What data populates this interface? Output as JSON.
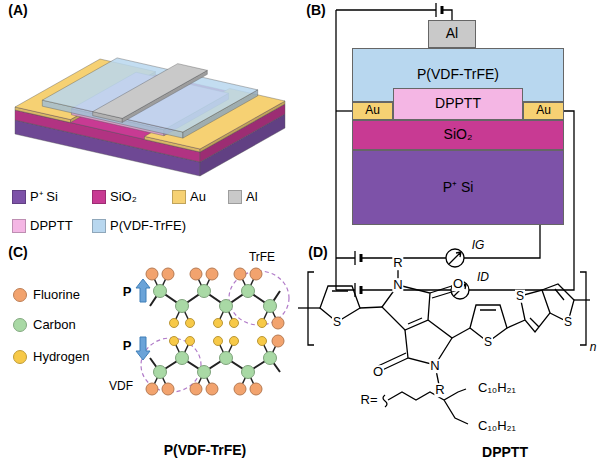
{
  "diagram": {
    "nodes": [
      {
        "text": [
          "Al"
        ]
      },
      {
        "text": [
          "P(VDF-TrFE)"
        ]
      },
      {
        "text": [
          "Au"
        ]
      },
      {
        "text": [
          "DPPTT"
        ]
      },
      {
        "text": [
          "Au"
        ]
      },
      {
        "text": [
          "SiO₂"
        ]
      },
      {
        "text": [
          "P⁺ Si"
        ]
      }
    ],
    "labels": [
      "(A)",
      "(B)",
      "(C)",
      "(D)",
      "IG",
      "ID",
      "TrFE",
      "P",
      "VDF",
      "P",
      "P(VDF-TrFE)",
      "R",
      "N",
      "O",
      "O",
      "N",
      "R",
      "S",
      "S",
      "S",
      "S",
      "n",
      "R=",
      "C₁₀H₂₁",
      "C₁₀H₂₁",
      "DPPTT"
    ],
    "legend": [
      {
        "text": "P⁺ Si",
        "color": "#7d52a8"
      },
      {
        "text": "SiO₂",
        "color": "#c83a93"
      },
      {
        "text": "Au",
        "color": "#f6d173"
      },
      {
        "text": "Al",
        "color": "#c9c9c9"
      },
      {
        "text": "DPPTT",
        "color": "#f4b6e4"
      },
      {
        "text": "P(VDF-TrFE)",
        "color": "#b8d7ef"
      },
      {
        "text": "Fluorine",
        "color": "#f2a36e"
      },
      {
        "text": "Carbon",
        "color": "#a9d9a5"
      },
      {
        "text": "Hydrogen",
        "color": "#f7c948"
      }
    ]
  }
}
